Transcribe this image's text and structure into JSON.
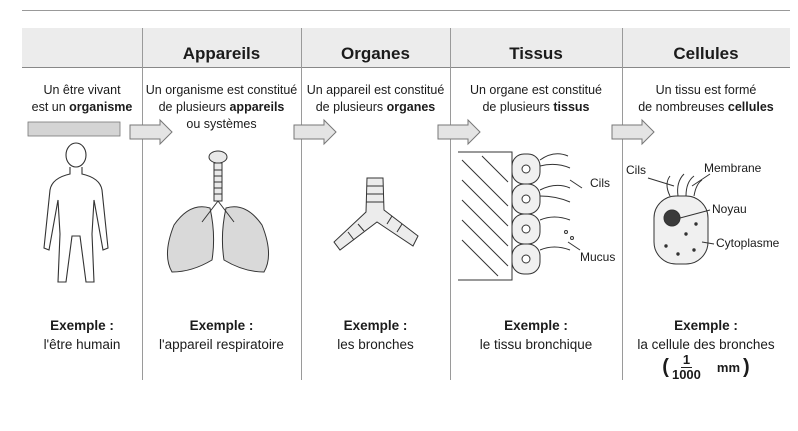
{
  "columns": [
    {
      "header": "",
      "desc": [
        {
          "text": "Un être vivant",
          "bold": false
        },
        {
          "text": "est un ",
          "bold": false,
          "bold_part": "organisme"
        }
      ],
      "example_title": "Exemple :",
      "example": "l'être humain",
      "icon": "human-silhouette-icon"
    },
    {
      "header": "Appareils",
      "desc_lines": [
        "Un organisme est constitué",
        "de plusieurs ",
        "ou systèmes"
      ],
      "desc_bold": "appareils",
      "example_title": "Exemple :",
      "example": "l'appareil respiratoire",
      "icon": "respiratory-system-icon"
    },
    {
      "header": "Organes",
      "desc_lines": [
        "Un appareil est constitué",
        "de plusieurs "
      ],
      "desc_bold": "organes",
      "example_title": "Exemple :",
      "example": "les bronches",
      "icon": "bronchi-icon"
    },
    {
      "header": "Tissus",
      "desc_lines": [
        "Un organe est constitué",
        "de plusieurs "
      ],
      "desc_bold": "tissus",
      "example_title": "Exemple :",
      "example": "le tissu bronchique",
      "icon": "bronchial-tissue-icon",
      "labels": {
        "cils": "Cils",
        "mucus": "Mucus"
      }
    },
    {
      "header": "Cellules",
      "desc_lines": [
        "Un tissu est formé",
        "de nombreuses "
      ],
      "desc_bold": "cellules",
      "example_title": "Exemple :",
      "example": "la cellule des bronches",
      "icon": "cell-icon",
      "labels": {
        "cils": "Cils",
        "membrane": "Membrane",
        "noyau": "Noyau",
        "cytoplasme": "Cytoplasme"
      },
      "fraction": {
        "num": "1",
        "den": "1000",
        "unit": "mm"
      }
    }
  ],
  "colors": {
    "header_bg": "#ececec",
    "arrow_fill": "#e4e4e4",
    "bar_fill": "#d4d4d4"
  }
}
